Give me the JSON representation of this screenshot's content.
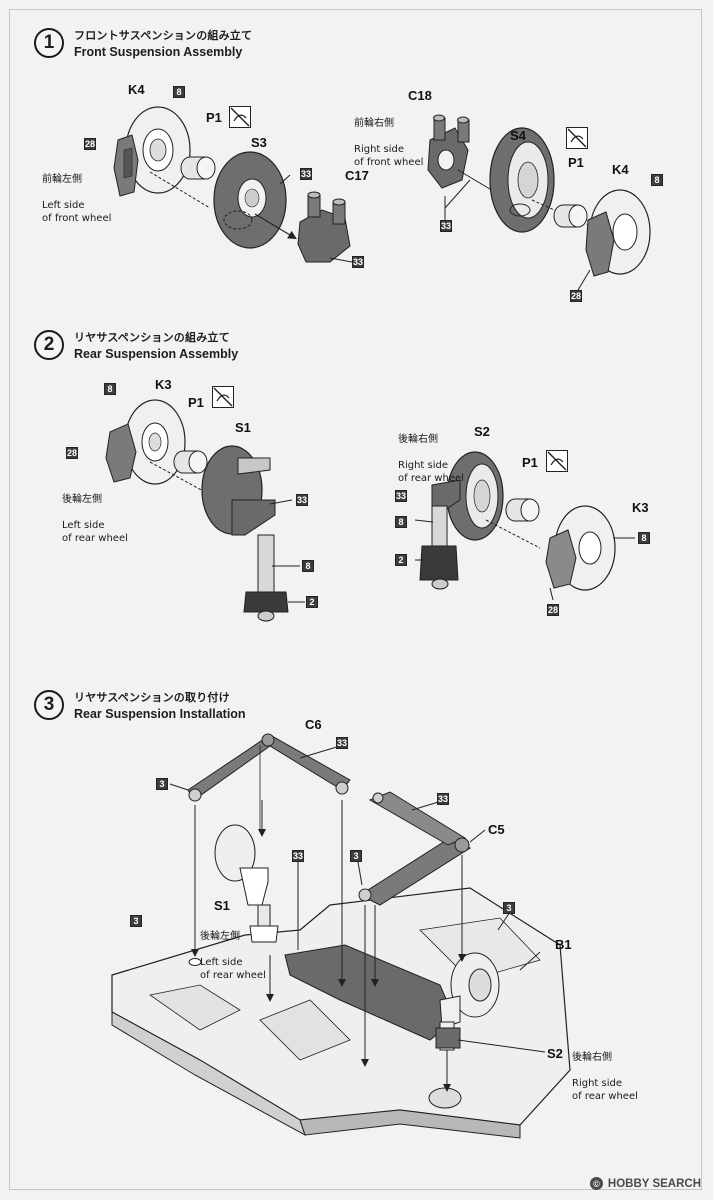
{
  "steps": [
    {
      "number": "1",
      "title_jp": "フロントサスペンションの組み立て",
      "title_en": "Front Suspension Assembly"
    },
    {
      "number": "2",
      "title_jp": "リヤサスペンションの組み立て",
      "title_en": "Rear Suspension Assembly"
    },
    {
      "number": "3",
      "title_jp": "リヤサスペンションの取り付け",
      "title_en": "Rear Suspension Installation"
    }
  ],
  "parts": {
    "k4": "K4",
    "p1": "P1",
    "s3": "S3",
    "c17": "C17",
    "c18": "C18",
    "s4": "S4",
    "k3": "K3",
    "s1": "S1",
    "s2": "S2",
    "c6": "C6",
    "c5": "C5",
    "b1": "B1"
  },
  "color_codes": {
    "c8": "8",
    "c28": "28",
    "c33": "33",
    "c2": "2",
    "c3": "3"
  },
  "notes": {
    "front_left": {
      "jp": "前輪左側",
      "en": "Left side\nof front wheel"
    },
    "front_right": {
      "jp": "前輪右側",
      "en": "Right side\nof front wheel"
    },
    "rear_left": {
      "jp": "後輪左側",
      "en": "Left side\nof rear wheel"
    },
    "rear_right": {
      "jp": "後輪右側",
      "en": "Right side\nof rear wheel"
    }
  },
  "credit": {
    "brand": "HOBBY SEARCH",
    "symbol": "©"
  },
  "colors": {
    "ink": "#1e1e1e",
    "part_dark": "#5a5a5a",
    "part_mid": "#8c8c8c",
    "part_light": "#d9d9d9",
    "paper": "#f3f2f0"
  },
  "icons": [
    "no-glue-icon",
    "arrow-icon"
  ]
}
